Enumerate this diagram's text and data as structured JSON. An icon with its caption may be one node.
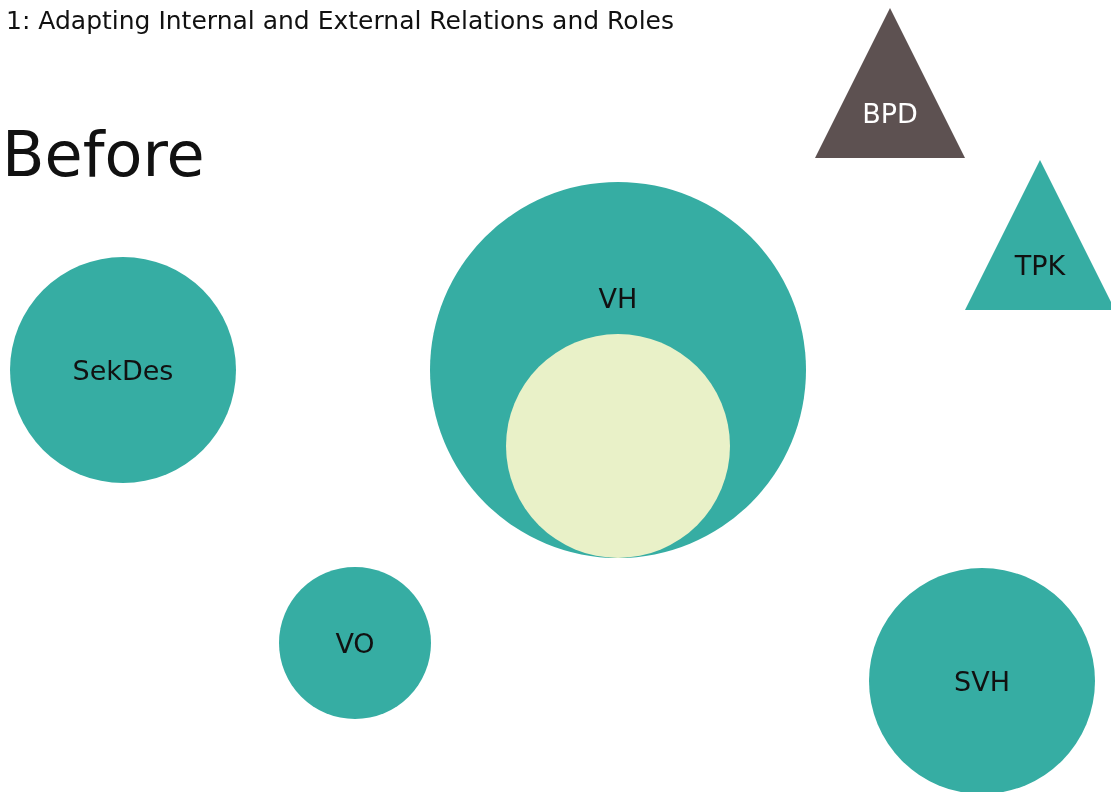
{
  "diagram": {
    "title": "1: Adapting Internal and External Relations and Roles",
    "nodes": [
      {
        "text": [
          "BPD"
        ]
      },
      {
        "text": [
          "TPK"
        ]
      },
      {
        "text": [
          "SekDes"
        ]
      },
      {
        "text": [
          "VH"
        ]
      },
      {
        "text": [],
        "shape": "circle",
        "in": 3
      },
      {
        "text": [
          "VO"
        ]
      },
      {
        "text": [
          "SVH"
        ]
      }
    ],
    "labels": [
      "Before"
    ]
  }
}
